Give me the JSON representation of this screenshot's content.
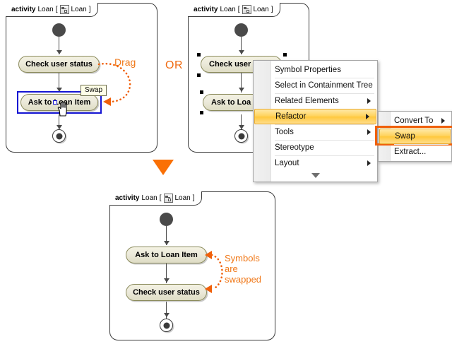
{
  "frames": {
    "top_left": {
      "tab": {
        "keyword": "activity",
        "name": "Loan",
        "bracket_open": "[",
        "icon": "activity-diagram-icon",
        "inner_name": "Loan",
        "bracket_close": "]"
      },
      "nodes": [
        {
          "type": "initial",
          "name": "initial-node"
        },
        {
          "type": "action",
          "label": "Check user status"
        },
        {
          "type": "action",
          "label": "Ask to Loan Item"
        },
        {
          "type": "final",
          "name": "final-node"
        }
      ],
      "tooltip": "Swap",
      "annotation": "Drag",
      "selected_label": "Ask to Loan Item"
    },
    "top_right": {
      "tab": {
        "keyword": "activity",
        "name": "Loan",
        "bracket_open": "[",
        "icon": "activity-diagram-icon",
        "inner_name": "Loan",
        "bracket_close": "]"
      },
      "nodes": [
        {
          "type": "initial",
          "name": "initial-node"
        },
        {
          "type": "action",
          "label": "Check user"
        },
        {
          "type": "action",
          "label": "Ask to Loa"
        },
        {
          "type": "final",
          "name": "final-node"
        }
      ]
    },
    "bottom": {
      "tab": {
        "keyword": "activity",
        "name": "Loan",
        "bracket_open": "[",
        "icon": "activity-diagram-icon",
        "inner_name": "Loan",
        "bracket_close": "]"
      },
      "nodes": [
        {
          "type": "initial",
          "name": "initial-node"
        },
        {
          "type": "action",
          "label": "Ask to Loan Item"
        },
        {
          "type": "action",
          "label": "Check user status"
        },
        {
          "type": "final",
          "name": "final-node"
        }
      ],
      "annotation_lines": [
        "Symbols",
        "are",
        "swapped"
      ]
    }
  },
  "or_label": "OR",
  "context_menu": {
    "items": [
      {
        "label": "Symbol Properties",
        "has_submenu": false,
        "highlighted": false
      },
      {
        "label": "Select in Containment Tree",
        "has_submenu": false,
        "highlighted": false
      },
      {
        "label": "Related Elements",
        "has_submenu": true,
        "highlighted": false
      },
      {
        "label": "Refactor",
        "has_submenu": true,
        "highlighted": true
      },
      {
        "label": "Tools",
        "has_submenu": true,
        "highlighted": false
      },
      {
        "label": "Stereotype",
        "has_submenu": false,
        "highlighted": false
      },
      {
        "label": "Layout",
        "has_submenu": true,
        "highlighted": false
      }
    ],
    "scroll_indicator": "chevron-down-icon"
  },
  "submenu": {
    "items": [
      {
        "label": "Convert To",
        "has_submenu": true,
        "highlighted": false
      },
      {
        "label": "Swap",
        "has_submenu": false,
        "highlighted": true
      },
      {
        "label": "Extract...",
        "has_submenu": false,
        "highlighted": false
      }
    ]
  },
  "colors": {
    "accent_orange": "#f0600a",
    "annotation_orange": "#f07818",
    "selection_blue": "#1414d2",
    "menu_highlight": "#ffd25a",
    "node_fill": "#eceadb",
    "node_border": "#8a8a5c"
  }
}
